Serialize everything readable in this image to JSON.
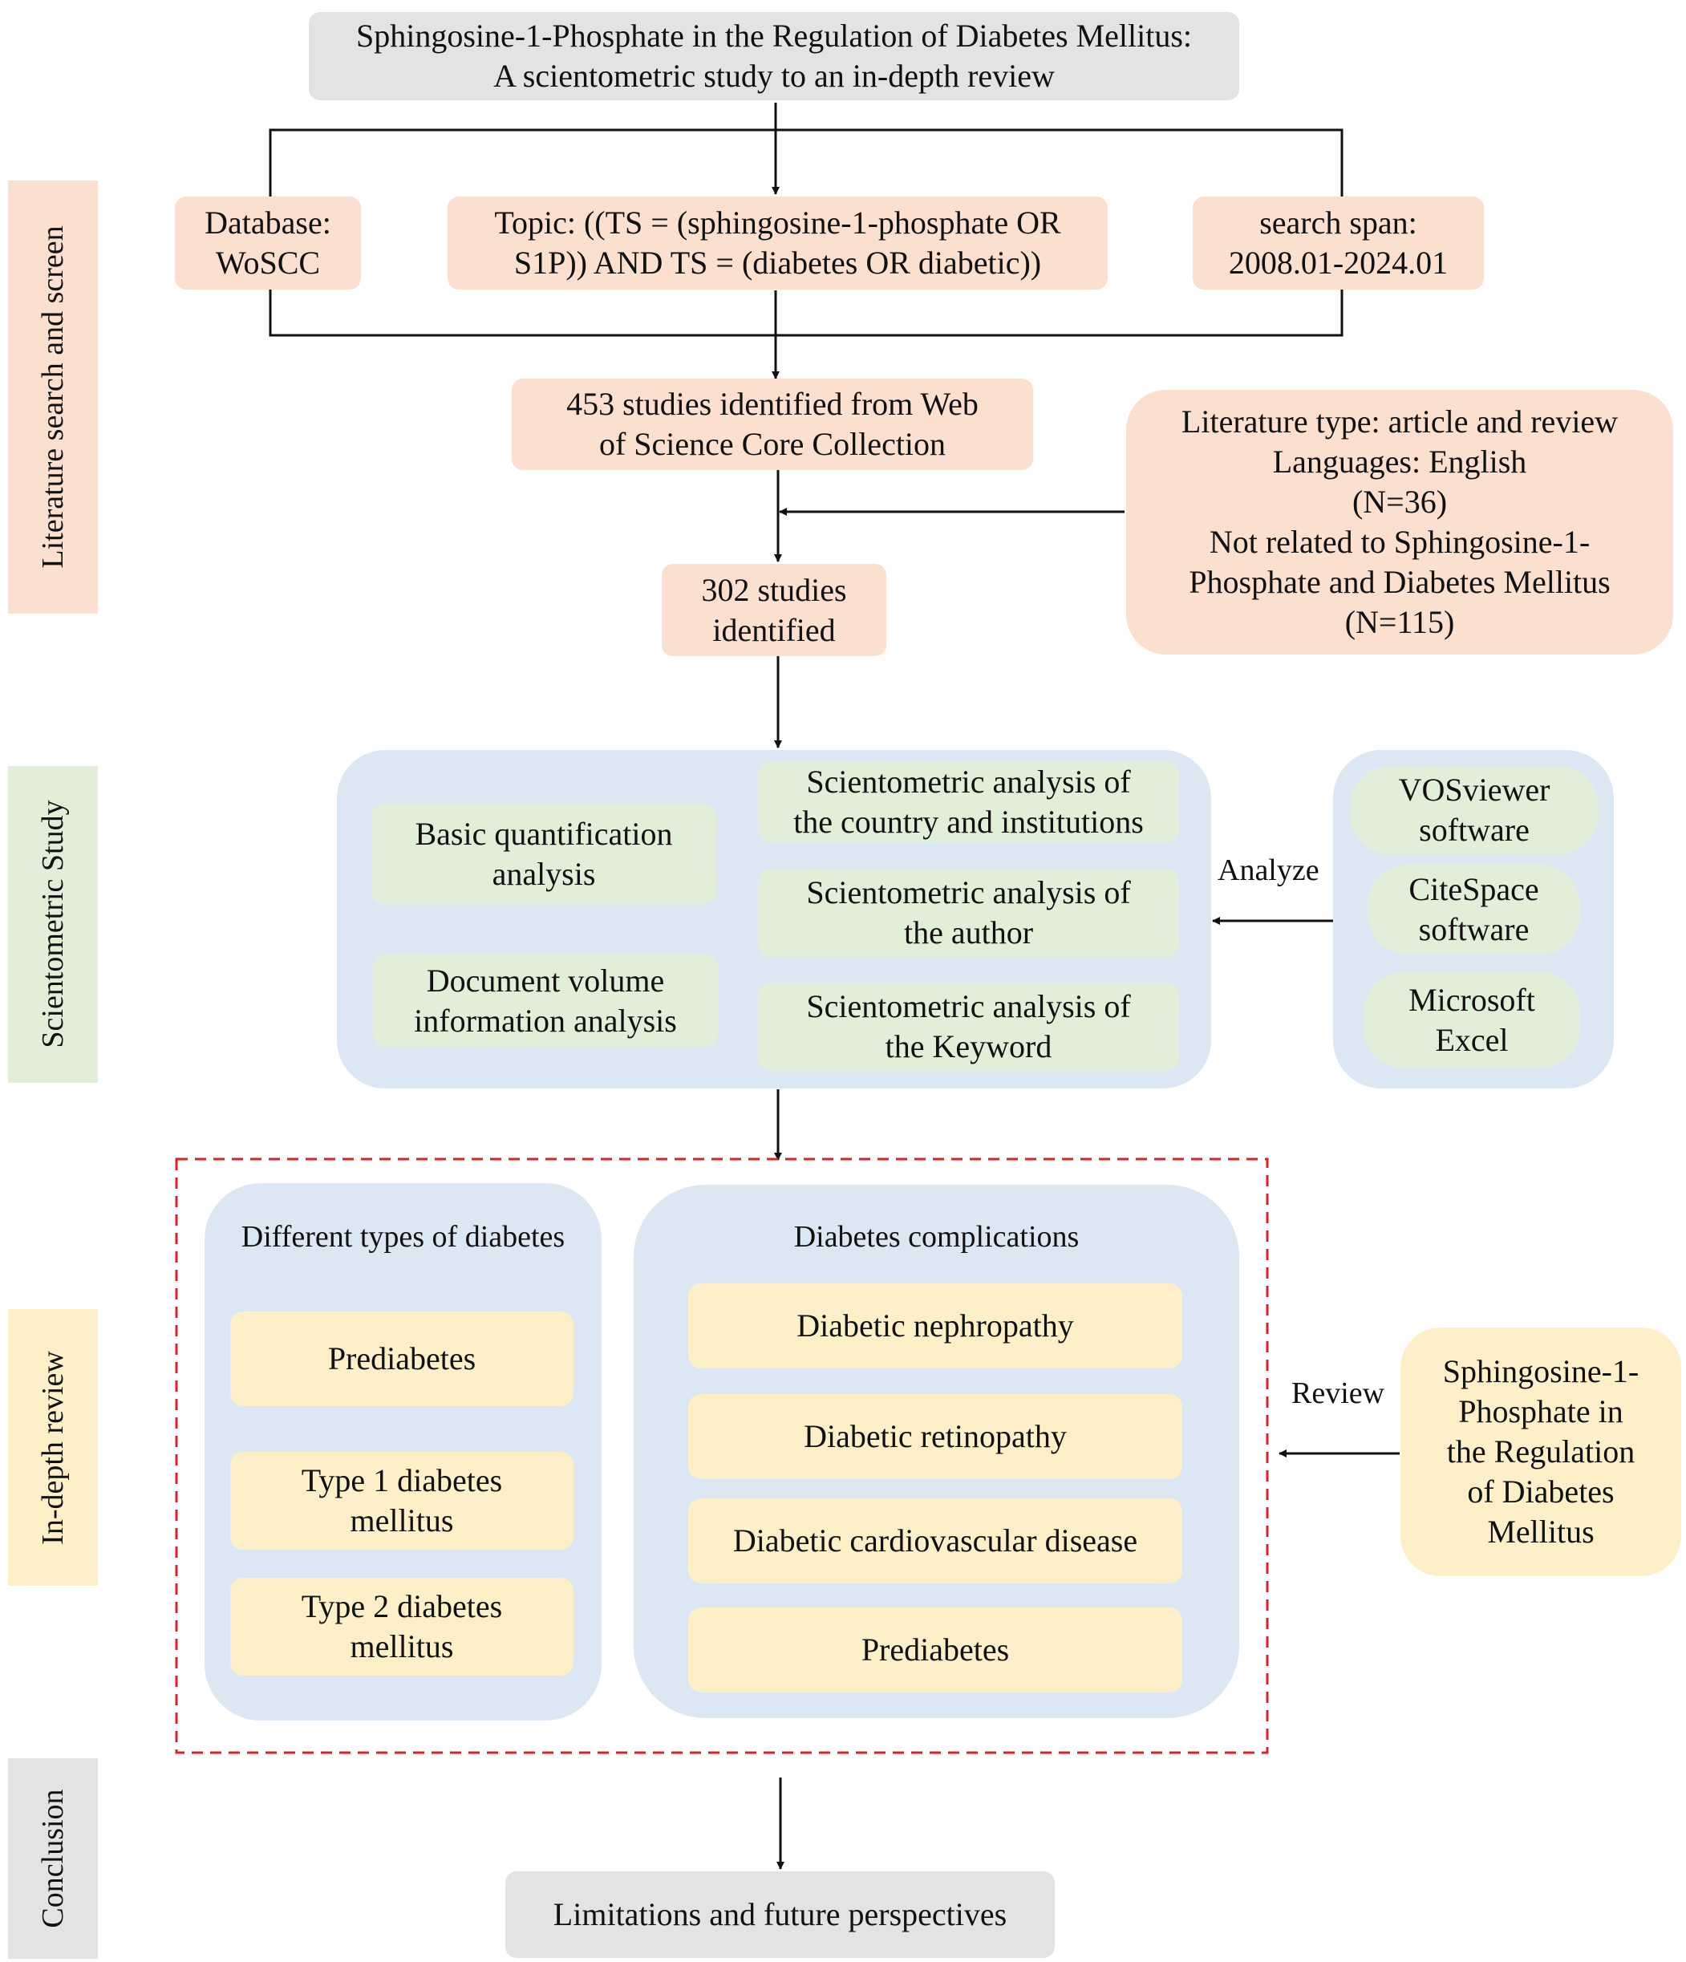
{
  "title": {
    "line1": "Sphingosine-1-Phosphate in the Regulation of Diabetes Mellitus:",
    "line2": "A scientometric study to an in-depth review"
  },
  "stages": {
    "literature": "Literature search and screen",
    "scientometric": "Scientometric Study",
    "review": "In-depth review",
    "conclusion": "Conclusion"
  },
  "search": {
    "database": {
      "line1": "Database:",
      "line2": "WoSCC"
    },
    "topic": {
      "line1": "Topic: ((TS = (sphingosine-1-phosphate OR",
      "line2": "S1P)) AND TS = (diabetes OR diabetic))"
    },
    "span": {
      "line1": "search span:",
      "line2": "2008.01-2024.01"
    }
  },
  "identified": {
    "line1": "453 studies identified from Web",
    "line2": "of Science Core Collection"
  },
  "exclusion": {
    "line1": "Literature type: article and review",
    "line2": "Languages: English",
    "line3": "(N=36)",
    "line4": "Not related to Sphingosine-1-",
    "line5": "Phosphate and Diabetes Mellitus",
    "line6": "(N=115)"
  },
  "screened": {
    "line1": "302 studies",
    "line2": "identified"
  },
  "analysis": {
    "basic": {
      "line1": "Basic quantification",
      "line2": "analysis"
    },
    "document": {
      "line1": "Document volume",
      "line2": "information analysis"
    },
    "country": {
      "line1": "Scientometric analysis of",
      "line2": "the country and institutions"
    },
    "author": {
      "line1": "Scientometric analysis of",
      "line2": "the author"
    },
    "keyword": {
      "line1": "Scientometric analysis of",
      "line2": "the Keyword"
    }
  },
  "tools": {
    "vosviewer": {
      "line1": "VOSviewer",
      "line2": "software"
    },
    "citespace": {
      "line1": "CiteSpace",
      "line2": "software"
    },
    "excel": {
      "line1": "Microsoft",
      "line2": "Excel"
    }
  },
  "analyze_label": "Analyze",
  "types": {
    "header": "Different types of diabetes",
    "item1": "Prediabetes",
    "item2": {
      "line1": "Type 1 diabetes",
      "line2": "mellitus"
    },
    "item3": {
      "line1": "Type 2 diabetes",
      "line2": "mellitus"
    }
  },
  "complications": {
    "header": "Diabetes complications",
    "item1": "Diabetic nephropathy",
    "item2": "Diabetic retinopathy",
    "item3": "Diabetic cardiovascular disease",
    "item4": "Prediabetes"
  },
  "review_label": "Review",
  "s1p_box": {
    "line1": "Sphingosine-1-",
    "line2": "Phosphate in",
    "line3": "the Regulation",
    "line4": "of Diabetes",
    "line5": "Mellitus"
  },
  "conclusion_box": "Limitations and future perspectives",
  "colors": {
    "gray": "#e3e3e3",
    "peach": "#fbdfcf",
    "green": "#e1efd9",
    "yellow": "#fdf0c9",
    "blue": "#dce7f4",
    "dashed_border": "#e02020"
  }
}
